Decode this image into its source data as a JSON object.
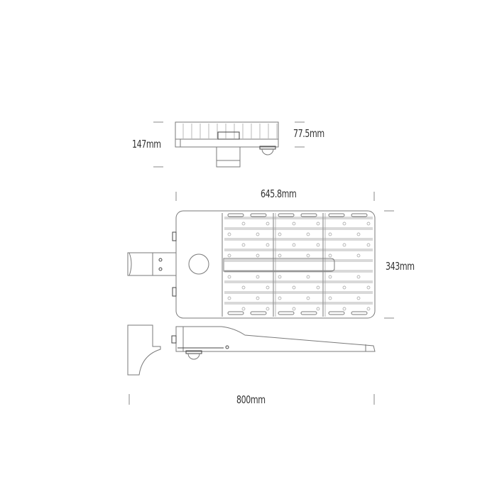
{
  "drawing": {
    "front_view": {
      "height_label": "147mm",
      "body_height_label": "77.5mm"
    },
    "plan_view": {
      "length_label": "645.8mm",
      "width_label": "343mm"
    },
    "side_view": {
      "overall_length_label": "800mm"
    }
  }
}
